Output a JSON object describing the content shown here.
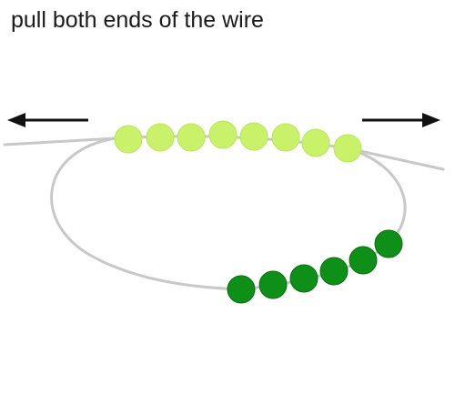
{
  "caption": "pull both ends of the wire",
  "colors": {
    "wire": "#c8c8c8",
    "arrow": "#111111",
    "light_bead_fill": "#c9f26a",
    "light_bead_stroke": "#b9e55a",
    "dark_bead_fill": "#0d8f18",
    "dark_bead_stroke": "#0a6e12"
  },
  "beads": {
    "light_count": 8,
    "dark_count": 6
  },
  "arrows": {
    "left_direction": "left",
    "right_direction": "right"
  }
}
